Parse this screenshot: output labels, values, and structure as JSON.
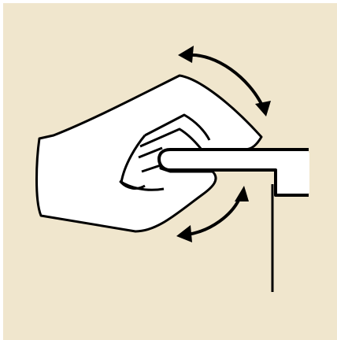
{
  "figure": {
    "background_color": "#f0e6cd",
    "stroke_color": "#000000",
    "fill_color": "#ffffff",
    "subject": "hand-gripping-edge",
    "arrows": [
      "curved-double-arrow-upper",
      "curved-double-arrow-lower"
    ]
  }
}
